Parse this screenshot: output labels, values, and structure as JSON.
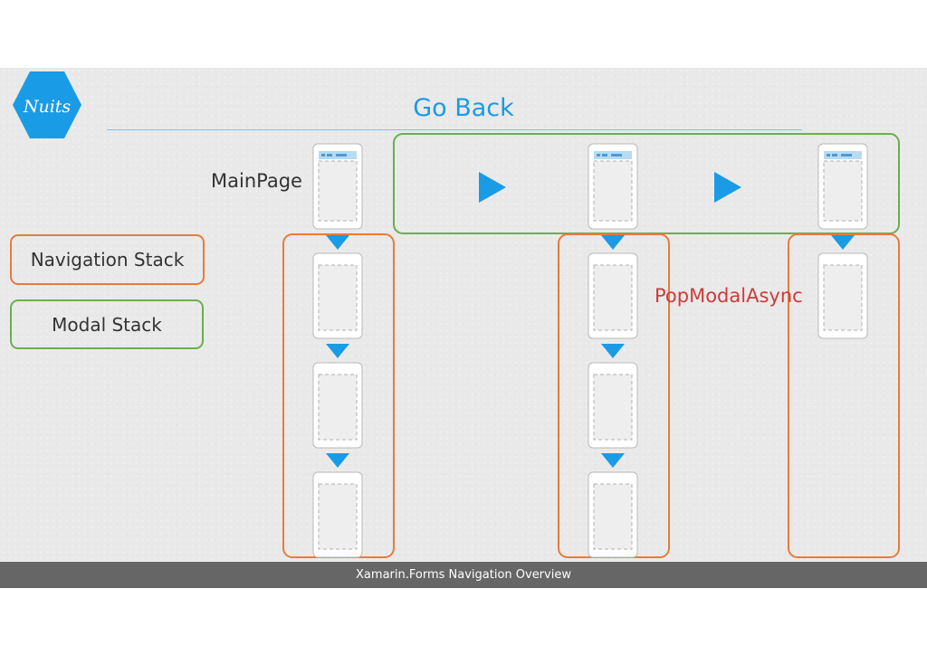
{
  "title": "Go Back",
  "footer": "Xamarin.Forms Navigation Overview",
  "logo_text": "Nuits",
  "labels": {
    "main_page": "MainPage",
    "pop_modal": "PopModalAsync"
  },
  "legend": {
    "navigation": "Navigation Stack",
    "modal": "Modal Stack"
  },
  "colors": {
    "accent": "#1a9be6",
    "navigation_stack": "#e87b3a",
    "modal_stack": "#6ab04c",
    "pop_label": "#d03a3a"
  },
  "icons": [
    "hexagon-logo-icon",
    "phone-icon",
    "arrow-right-icon",
    "arrow-down-icon"
  ]
}
